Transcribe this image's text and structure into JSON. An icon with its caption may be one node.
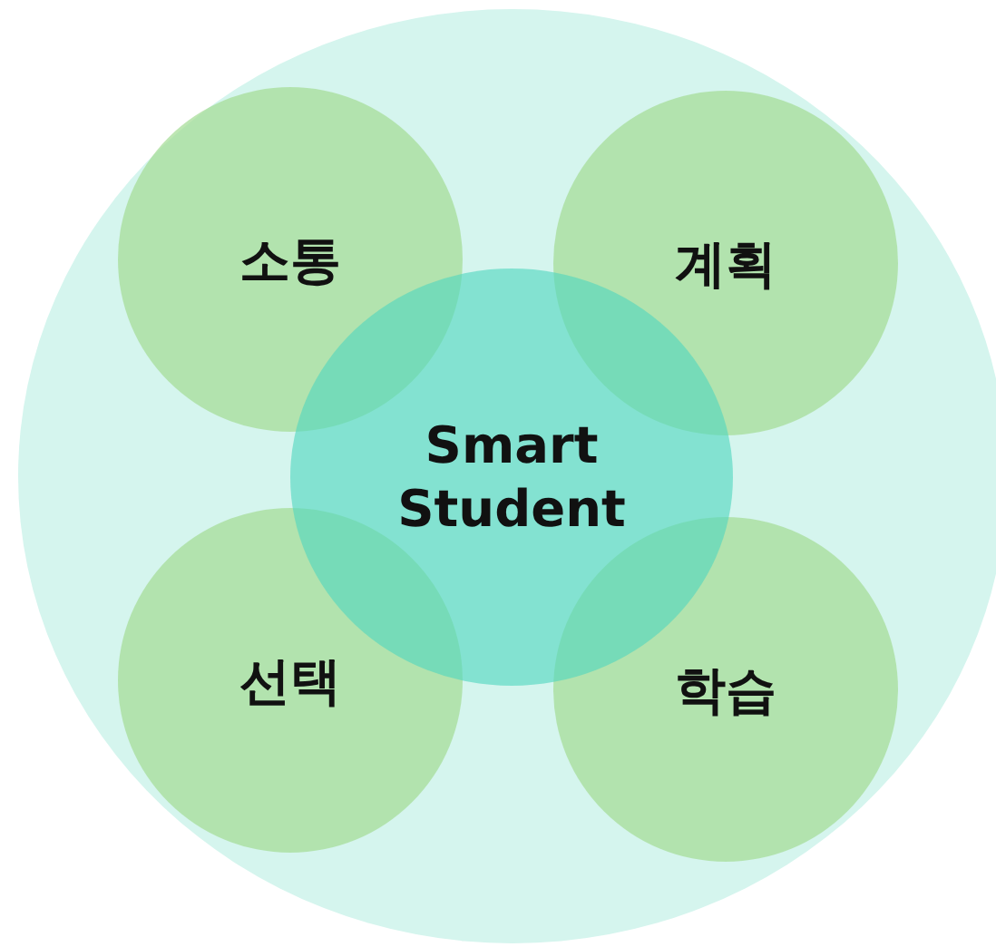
{
  "diagram": {
    "nodes": [
      {
        "text": [],
        "shape": "circle"
      },
      {
        "text": [
          "소통"
        ],
        "in": 0
      },
      {
        "text": [
          "계획"
        ],
        "in": 0
      },
      {
        "text": [
          "Smart Student"
        ],
        "in": 0
      },
      {
        "text": [
          "선택"
        ],
        "in": 0
      },
      {
        "text": [
          "학습"
        ],
        "in": 0
      }
    ]
  }
}
